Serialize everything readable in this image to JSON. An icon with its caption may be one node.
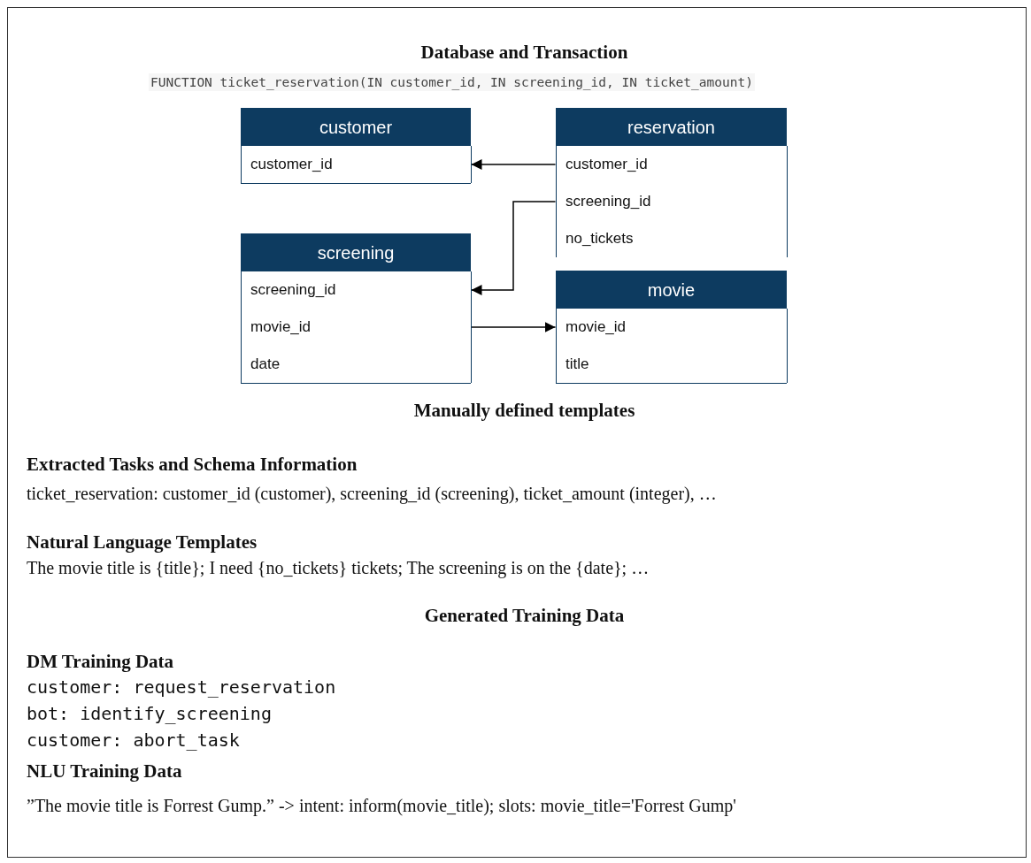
{
  "diagram": {
    "title": "Database and Transaction",
    "nodes": [
      {
        "text": [
          "customer"
        ]
      },
      {
        "text": [
          "customer_id"
        ],
        "in": 0
      },
      {
        "text": [
          "reservation"
        ]
      },
      {
        "text": [
          "customer_id"
        ],
        "in": 2
      },
      {
        "text": [
          "screening_id"
        ],
        "in": 2
      },
      {
        "text": [
          "no_tickets"
        ],
        "in": 2
      },
      {
        "text": [
          "screening"
        ]
      },
      {
        "text": [
          "screening_id"
        ],
        "in": 6
      },
      {
        "text": [
          "movie_id"
        ],
        "in": 6
      },
      {
        "text": [
          "date"
        ],
        "in": 6
      },
      {
        "text": [
          "movie"
        ]
      },
      {
        "text": [
          "movie_id"
        ],
        "in": 10
      },
      {
        "text": [
          "title"
        ],
        "in": 10
      }
    ],
    "edges": [
      {
        "from": 3,
        "to": 1,
        "arrow": "to"
      },
      {
        "from": 4,
        "to": 7,
        "arrow": "to"
      },
      {
        "from": 8,
        "to": 11,
        "arrow": "to"
      }
    ],
    "labels": [
      "FUNCTION ticket_reservation(IN customer_id, IN screening_id, IN ticket_amount)",
      "Manually defined templates",
      "Extracted Tasks and Schema Information",
      "ticket_reservation: customer_id (customer), screening_id (screening), ticket_amount (integer), …",
      "Natural Language Templates",
      "The movie title is {title}; I need {no_tickets} tickets; The screening is on the {date}; …",
      "Generated Training Data",
      "DM Training Data",
      "customer: request_reservation",
      "bot: identify_screening",
      "customer: abort_task",
      "NLU Training Data",
      "”The movie title is Forrest Gump.” -> intent: inform(movie_title); slots: movie_title='Forrest Gump'"
    ]
  }
}
